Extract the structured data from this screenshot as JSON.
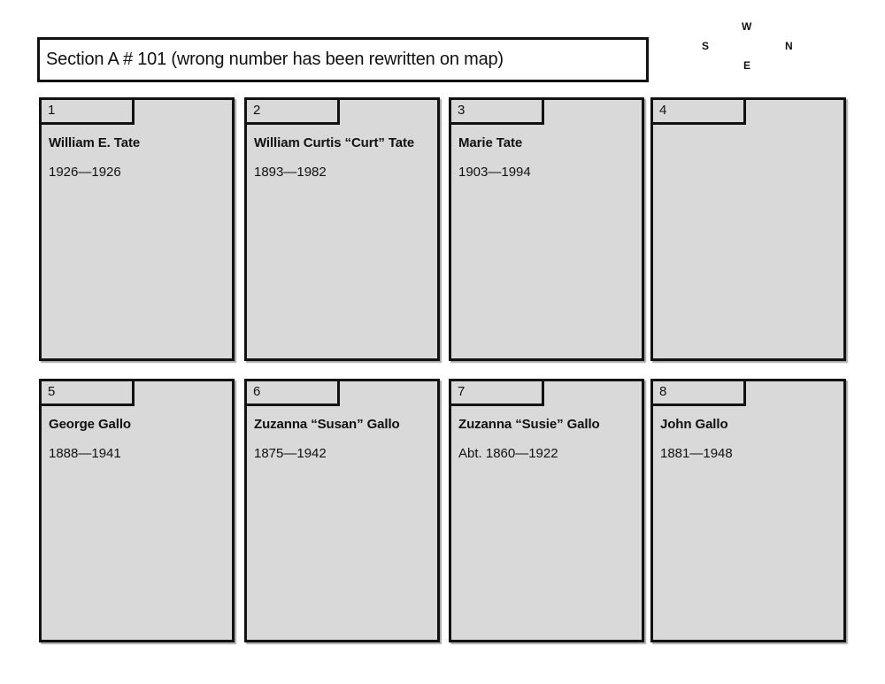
{
  "title": "Section A # 101 (wrong number has been rewritten on map)",
  "compass": {
    "top": "W",
    "left": "S",
    "right": "N",
    "bottom": "E"
  },
  "colors": {
    "plot_fill": "#d9d9d9",
    "border": "#121212",
    "background": "#ffffff"
  },
  "plots": [
    {
      "number": "1",
      "name": "William E. Tate",
      "dates": "1926—1926"
    },
    {
      "number": "2",
      "name": "William Curtis “Curt” Tate",
      "dates": "1893—1982"
    },
    {
      "number": "3",
      "name": "Marie Tate",
      "dates": "1903—1994"
    },
    {
      "number": "4",
      "name": "",
      "dates": ""
    },
    {
      "number": "5",
      "name": "George Gallo",
      "dates": "1888—1941"
    },
    {
      "number": "6",
      "name": "Zuzanna “Susan” Gallo",
      "dates": "1875—1942"
    },
    {
      "number": "7",
      "name": "Zuzanna “Susie” Gallo",
      "dates": "Abt. 1860—1922"
    },
    {
      "number": "8",
      "name": "John Gallo",
      "dates": "1881—1948"
    }
  ]
}
